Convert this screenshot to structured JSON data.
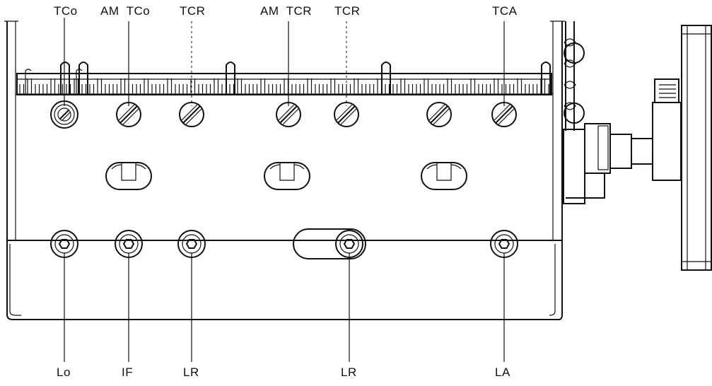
{
  "diagram": {
    "top_labels": [
      {
        "id": "tco-1",
        "text": "TCo"
      },
      {
        "id": "am-tco",
        "text": "AM  TCo"
      },
      {
        "id": "tcr-1",
        "text": "TCR"
      },
      {
        "id": "am-tcr",
        "text": "AM  TCR"
      },
      {
        "id": "tcr-2",
        "text": "TCR"
      },
      {
        "id": "tca",
        "text": "TCA"
      }
    ],
    "bottom_labels": [
      {
        "id": "lo",
        "text": "Lo"
      },
      {
        "id": "if",
        "text": "IF"
      },
      {
        "id": "lr-1",
        "text": "LR"
      },
      {
        "id": "lr-2",
        "text": "LR"
      },
      {
        "id": "la",
        "text": "LA"
      }
    ]
  }
}
